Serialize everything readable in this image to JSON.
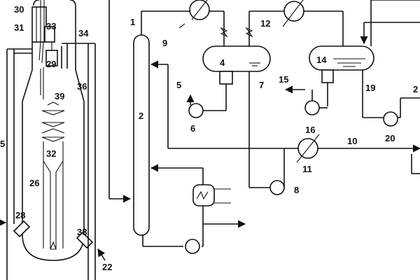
{
  "labels": {
    "l1": "1",
    "l2": "2",
    "l4": "4",
    "l5_left": "5",
    "l5": "5",
    "l6": "6",
    "l7": "7",
    "l8": "8",
    "l9": "9",
    "l10": "10",
    "l11": "11",
    "l12": "12",
    "l14": "14",
    "l15": "15",
    "l16": "16",
    "l19": "19",
    "l2_right": "2",
    "l20": "20",
    "l22": "22",
    "l26": "26",
    "l28": "28",
    "l29": "29",
    "l30": "30",
    "l31": "31",
    "l32": "32",
    "l33": "33",
    "l34": "34",
    "l36": "36",
    "l38": "38",
    "l39": "39"
  }
}
